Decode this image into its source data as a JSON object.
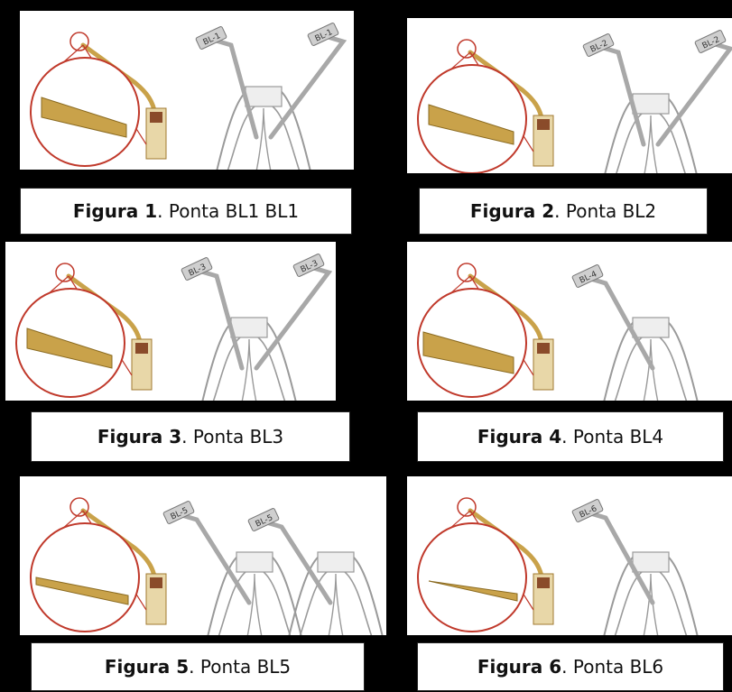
{
  "figures": [
    {
      "bold": "Figura 1",
      "rest": ". Ponta BL1 BL1",
      "tags": [
        "BL-1",
        "BL-1"
      ],
      "tip": "conical"
    },
    {
      "bold": "Figura 2",
      "rest": ". Ponta BL2",
      "tags": [
        "BL-2",
        "BL-2"
      ],
      "tip": "conical"
    },
    {
      "bold": "Figura 3",
      "rest": ". Ponta BL3",
      "tags": [
        "BL-3",
        "BL-3"
      ],
      "tip": "conical"
    },
    {
      "bold": "Figura 4",
      "rest": ". Ponta BL4",
      "tags": [
        "BL-4"
      ],
      "tip": "flat"
    },
    {
      "bold": "Figura 5",
      "rest": ". Ponta BL5",
      "tags": [
        "BL-5",
        "BL-5"
      ],
      "tip": "long"
    },
    {
      "bold": "Figura 6",
      "rest": ". Ponta BL6",
      "tags": [
        "BL-6"
      ],
      "tip": "needle"
    }
  ],
  "colors": {
    "background": "#000000",
    "magnify_circle": "#c0392b",
    "gold": "#c9a24a",
    "tooth": "#9a9a9a",
    "tag": "#cfcfcf"
  }
}
